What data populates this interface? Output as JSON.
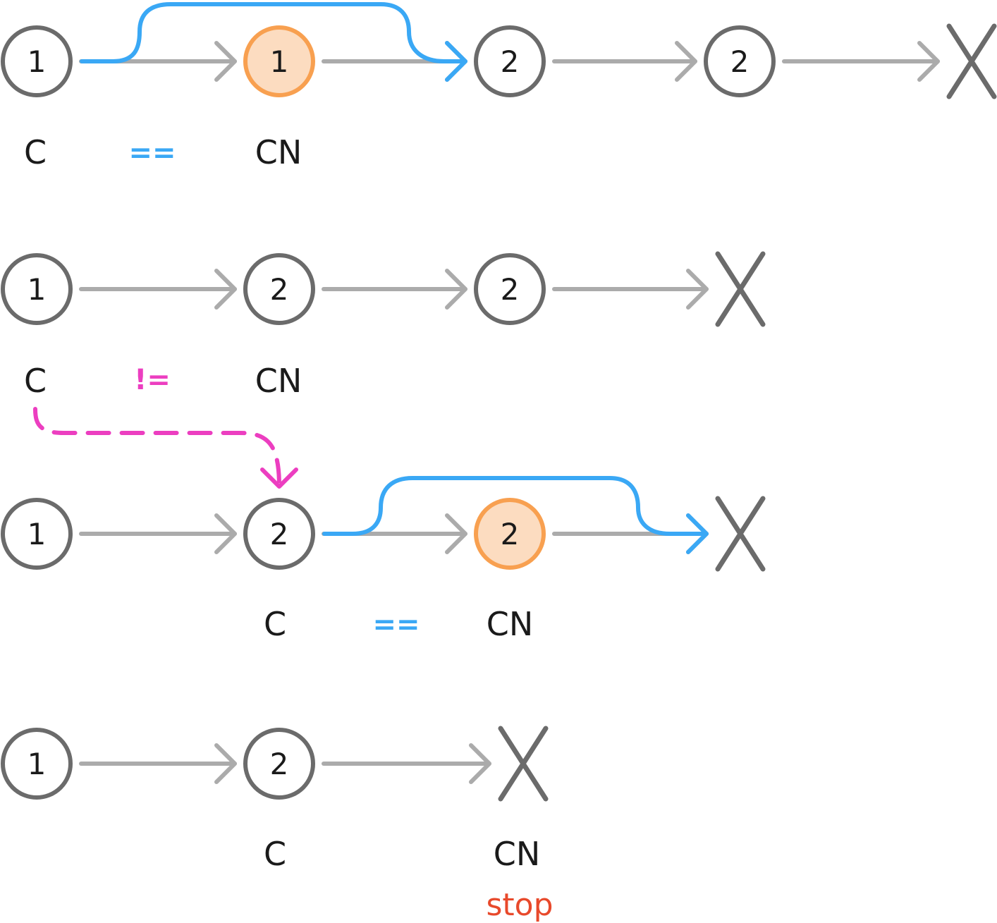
{
  "colors": {
    "node_stroke": "#6b6b6b",
    "arrow": "#ababab",
    "highlight_fill": "#fcdcc0",
    "highlight_stroke": "#f8a050",
    "skip_arrow": "#3aa8f5",
    "compare_equal": "#3aa8f5",
    "compare_not_equal": "#ec3ec0",
    "stop": "#e8492b"
  },
  "rows": [
    {
      "nodes": [
        {
          "value": "1",
          "highlight": false
        },
        {
          "value": "1",
          "highlight": true
        },
        {
          "value": "2",
          "highlight": false
        },
        {
          "value": "2",
          "highlight": false
        }
      ],
      "terminal": "null-x-icon",
      "skip_arrow": "blue-skip-arrow",
      "labels": {
        "c": "C",
        "op": "==",
        "cn": "CN"
      }
    },
    {
      "nodes": [
        {
          "value": "1",
          "highlight": false
        },
        {
          "value": "2",
          "highlight": false
        },
        {
          "value": "2",
          "highlight": false
        }
      ],
      "terminal": "null-x-icon",
      "labels": {
        "c": "C",
        "op": "!=",
        "cn": "CN"
      },
      "move_arrow": "pink-dashed-arrow"
    },
    {
      "nodes": [
        {
          "value": "1",
          "highlight": false
        },
        {
          "value": "2",
          "highlight": false
        },
        {
          "value": "2",
          "highlight": true
        }
      ],
      "terminal": "null-x-icon",
      "skip_arrow": "blue-skip-arrow",
      "labels": {
        "c": "C",
        "op": "==",
        "cn": "CN"
      }
    },
    {
      "nodes": [
        {
          "value": "1",
          "highlight": false
        },
        {
          "value": "2",
          "highlight": false
        }
      ],
      "terminal": "null-x-icon",
      "labels": {
        "c": "C",
        "cn": "CN",
        "status": "stop"
      }
    }
  ]
}
